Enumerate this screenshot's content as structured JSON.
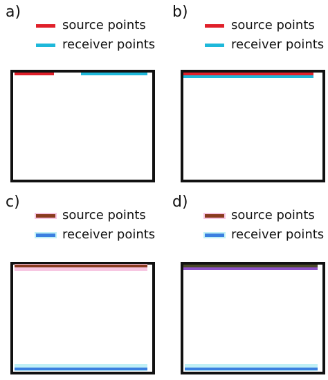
{
  "colors": {
    "red": "#e0202a",
    "cyan": "#1eb8da",
    "brown": "#8a3b1e",
    "blue": "#3a7fe0",
    "pink_halo": "#f7c6e2",
    "light_cyan_halo": "#bff0f6",
    "purple": "#8e52c8",
    "dark_olive": "#4a4a28"
  },
  "panels": [
    {
      "label": "a)",
      "legend": {
        "source_label": "source points",
        "receiver_label": "receiver points"
      }
    },
    {
      "label": "b)",
      "legend": {
        "source_label": "source points",
        "receiver_label": "receiver points"
      }
    },
    {
      "label": "c)",
      "legend": {
        "source_label": "source points",
        "receiver_label": "receiver points"
      }
    },
    {
      "label": "d)",
      "legend": {
        "source_label": "source points",
        "receiver_label": "receiver points"
      }
    }
  ]
}
